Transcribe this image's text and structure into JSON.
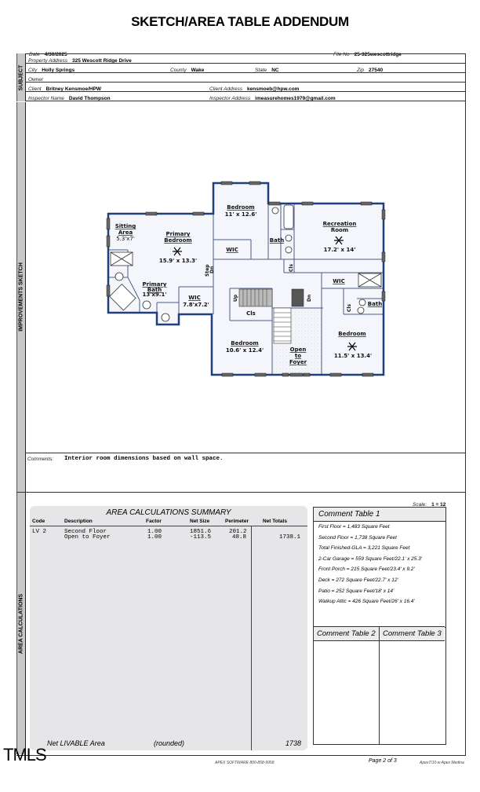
{
  "title": "SKETCH/AREA TABLE ADDENDUM",
  "header": {
    "date_label": "Date",
    "date": "4/30/2025",
    "file_no_label": "File No",
    "file_no": "25-325wescottridge"
  },
  "subject": {
    "section_label": "SUBJECT",
    "property_address_label": "Property Address",
    "property_address": "325 Wescott Ridge Drive",
    "city_label": "City",
    "city": "Holly Springs",
    "county_label": "County",
    "county": "Wake",
    "state_label": "State",
    "state": "NC",
    "zip_label": "Zip",
    "zip": "27540",
    "owner_label": "Owner",
    "owner": "",
    "client_label": "Client",
    "client": "Britney Kensmoe/HPW",
    "client_address_label": "Client Address",
    "client_address": "kensmoeb@hpw.com",
    "inspector_name_label": "Inspector Name",
    "inspector_name": "David Thompson",
    "inspector_address_label": "Inspector Address",
    "inspector_address": "imeasurehomes1979@gmail.com"
  },
  "sketch": {
    "section_label": "IMPROVEMENTS SKETCH",
    "rooms": {
      "sitting_area": {
        "name": "Sitting Area",
        "dims": "5.3'x7'"
      },
      "primary_bedroom": {
        "name": "Primary Bedroom",
        "dims": "15.9' x 13.3'"
      },
      "primary_bath": {
        "name": "Primary Bath",
        "dims": "13'x9.1'"
      },
      "wic_primary": {
        "name": "WIC",
        "dims": "7.8'x7.2'"
      },
      "bedroom_1": {
        "name": "Bedroom",
        "dims": "11' x 12.6'"
      },
      "wic_1": {
        "name": "WIC"
      },
      "bath_1": {
        "name": "Bath"
      },
      "recreation_room": {
        "name": "Recreation Room",
        "dims": "17.2' x 14'"
      },
      "wic_2": {
        "name": "WIC"
      },
      "bath_2": {
        "name": "Bath"
      },
      "bedroom_2": {
        "name": "Bedroom",
        "dims": "11.5' x 13.4'"
      },
      "bedroom_3": {
        "name": "Bedroom",
        "dims": "10.6' x 12.4'"
      },
      "open_to_foyer": {
        "name": "Open to Foyer"
      },
      "cls_1": {
        "name": "Cls"
      },
      "cls_2": {
        "name": "Cls"
      },
      "cls_3": {
        "name": "Cls"
      },
      "step_dn": "Step Dn",
      "up": "Up",
      "dn": "Dn"
    }
  },
  "comments": {
    "label": "Comments:",
    "text": "Interior room dimensions based on wall space."
  },
  "area_calc": {
    "section_label": "AREA CALCULATIONS",
    "scale_label": "Scale:",
    "scale": "1 = 12",
    "title": "AREA  CALCULATIONS  SUMMARY",
    "columns": [
      "Code",
      "Description",
      "Factor",
      "Net Size",
      "Perimeter",
      "Net Totals"
    ],
    "rows": [
      {
        "code": "LV 2",
        "description": "Second Floor",
        "factor": "1.00",
        "net_size": "1851.6",
        "perimeter": "201.2",
        "net_total": ""
      },
      {
        "code": "",
        "description": "Open to Foyer",
        "factor": "1.00",
        "net_size": "-113.5",
        "perimeter": "48.8",
        "net_total": "1738.1"
      }
    ],
    "footer_label": "Net LIVABLE Area",
    "footer_rounded": "(rounded)",
    "footer_total": "1738"
  },
  "comment_table_1": {
    "title": "Comment Table 1",
    "lines": [
      "First Floor = 1,483 Square Feet",
      "Second Floor = 1,738 Square Feet",
      "Total Finished-GLA = 3,221 Square Feet",
      "2-Car Garage = 559 Square Feet/22.1' x 25.3'",
      "Front Porch = 215 Square Feet/23.4' x 9.2'",
      "Deck = 272 Square Feet/22.7' x 12'",
      "Patio = 252 Square Feet/18' x 14'",
      "Walkup Attic = 426 Square Feet/26' x 16.4'"
    ]
  },
  "comment_table_2": {
    "title": "Comment Table 2"
  },
  "comment_table_3": {
    "title": "Comment Table 3"
  },
  "footer": {
    "logo": "TMLS",
    "software": "APEX SOFTWARE 800-858-9958",
    "page": "Page 2 of 3",
    "credit": "Apex7/10-w Apex Medina"
  },
  "colors": {
    "wall": "#1f3f7f",
    "panel": "#e6e6e8",
    "sidebar": "#c8c8c8"
  }
}
